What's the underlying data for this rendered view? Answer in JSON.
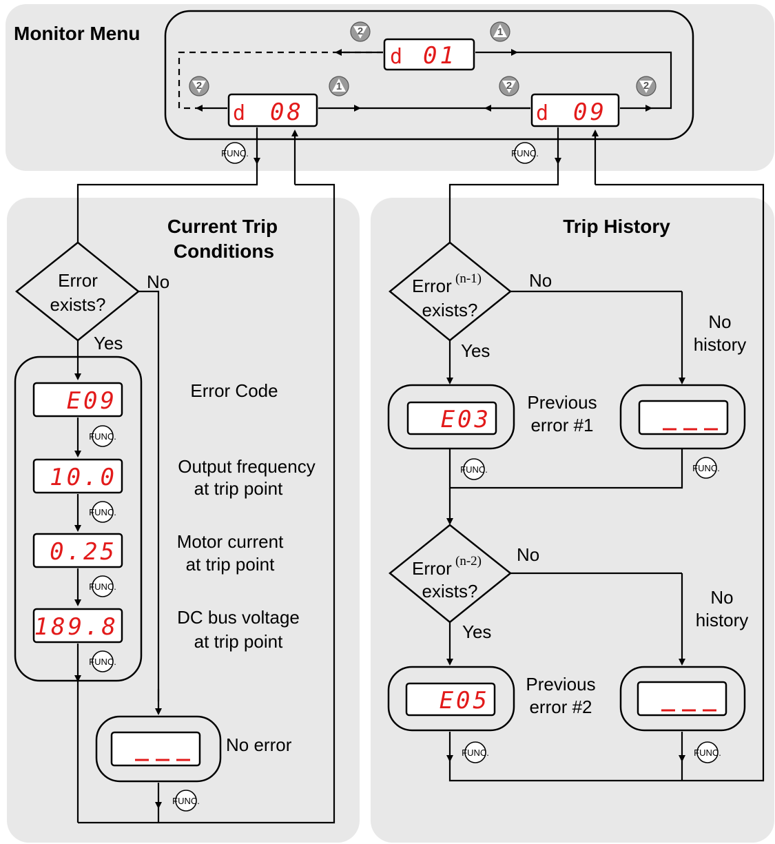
{
  "monitor_menu": {
    "title": "Monitor Menu",
    "displays": {
      "d01": "01",
      "d08": "08",
      "d09": "09",
      "prefix": "d"
    },
    "nav_buttons": {
      "up": "1",
      "down": "2"
    }
  },
  "func_key_label": "FUNC.",
  "current_trip": {
    "title_line1": "Current Trip",
    "title_line2": "Conditions",
    "decision": {
      "line1": "Error",
      "line2": "exists?",
      "yes": "Yes",
      "no": "No"
    },
    "displays": [
      {
        "value": "E09",
        "label_line1": "Error Code",
        "label_line2": ""
      },
      {
        "value": "10.0",
        "label_line1": "Output frequency",
        "label_line2": "at trip point"
      },
      {
        "value": "0.25",
        "label_line1": "Motor current",
        "label_line2": "at trip point"
      },
      {
        "value": "189.8",
        "label_line1": "DC bus voltage",
        "label_line2": "at trip point"
      }
    ],
    "no_error_label": "No error"
  },
  "trip_history": {
    "title": "Trip History",
    "decision1": {
      "line1": "Error",
      "superscript": "(n-1)",
      "line2": "exists?",
      "yes": "Yes",
      "no": "No"
    },
    "decision2": {
      "line1": "Error",
      "superscript": "(n-2)",
      "line2": "exists?",
      "yes": "Yes",
      "no": "No"
    },
    "entry1": {
      "value": "E03",
      "label_line1": "Previous",
      "label_line2": "error #1"
    },
    "entry2": {
      "value": "E05",
      "label_line1": "Previous",
      "label_line2": "error #2"
    },
    "no_history_line1": "No",
    "no_history_line2": "history"
  }
}
